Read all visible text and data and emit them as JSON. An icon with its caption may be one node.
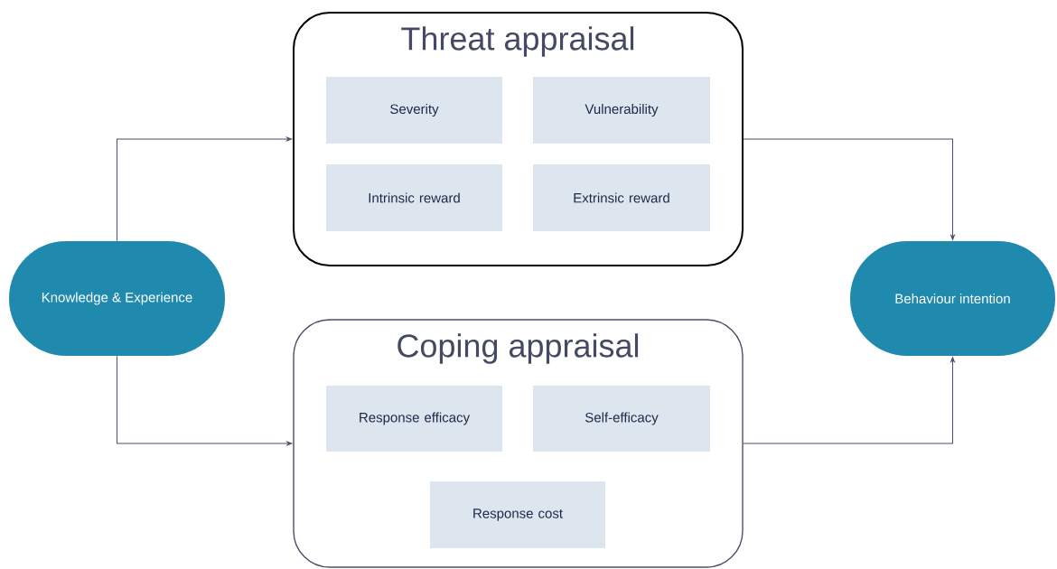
{
  "diagram": {
    "nodes": [
      {
        "text": [
          "Threat appraisal"
        ]
      },
      {
        "text": [
          "Severity"
        ],
        "in": 0
      },
      {
        "text": [
          "Vulnerability"
        ],
        "in": 0
      },
      {
        "text": [
          "Intrinsic reward"
        ],
        "in": 0
      },
      {
        "text": [
          "Extrinsic reward"
        ],
        "in": 0
      },
      {
        "text": [
          "Coping appraisal"
        ]
      },
      {
        "text": [
          "Response efficacy"
        ],
        "in": 5
      },
      {
        "text": [
          "Self-efficacy"
        ],
        "in": 5
      },
      {
        "text": [
          "Response cost"
        ],
        "in": 5
      },
      {
        "text": [
          "Knowledge & Experience"
        ]
      },
      {
        "text": [
          "Behaviour intention"
        ]
      }
    ],
    "edges": [
      {
        "from": 9,
        "to": 0,
        "arrow": "to"
      },
      {
        "from": 9,
        "to": 5,
        "arrow": "to"
      },
      {
        "from": 0,
        "to": 10,
        "arrow": "to"
      },
      {
        "from": 5,
        "to": 10,
        "arrow": "to"
      }
    ]
  }
}
